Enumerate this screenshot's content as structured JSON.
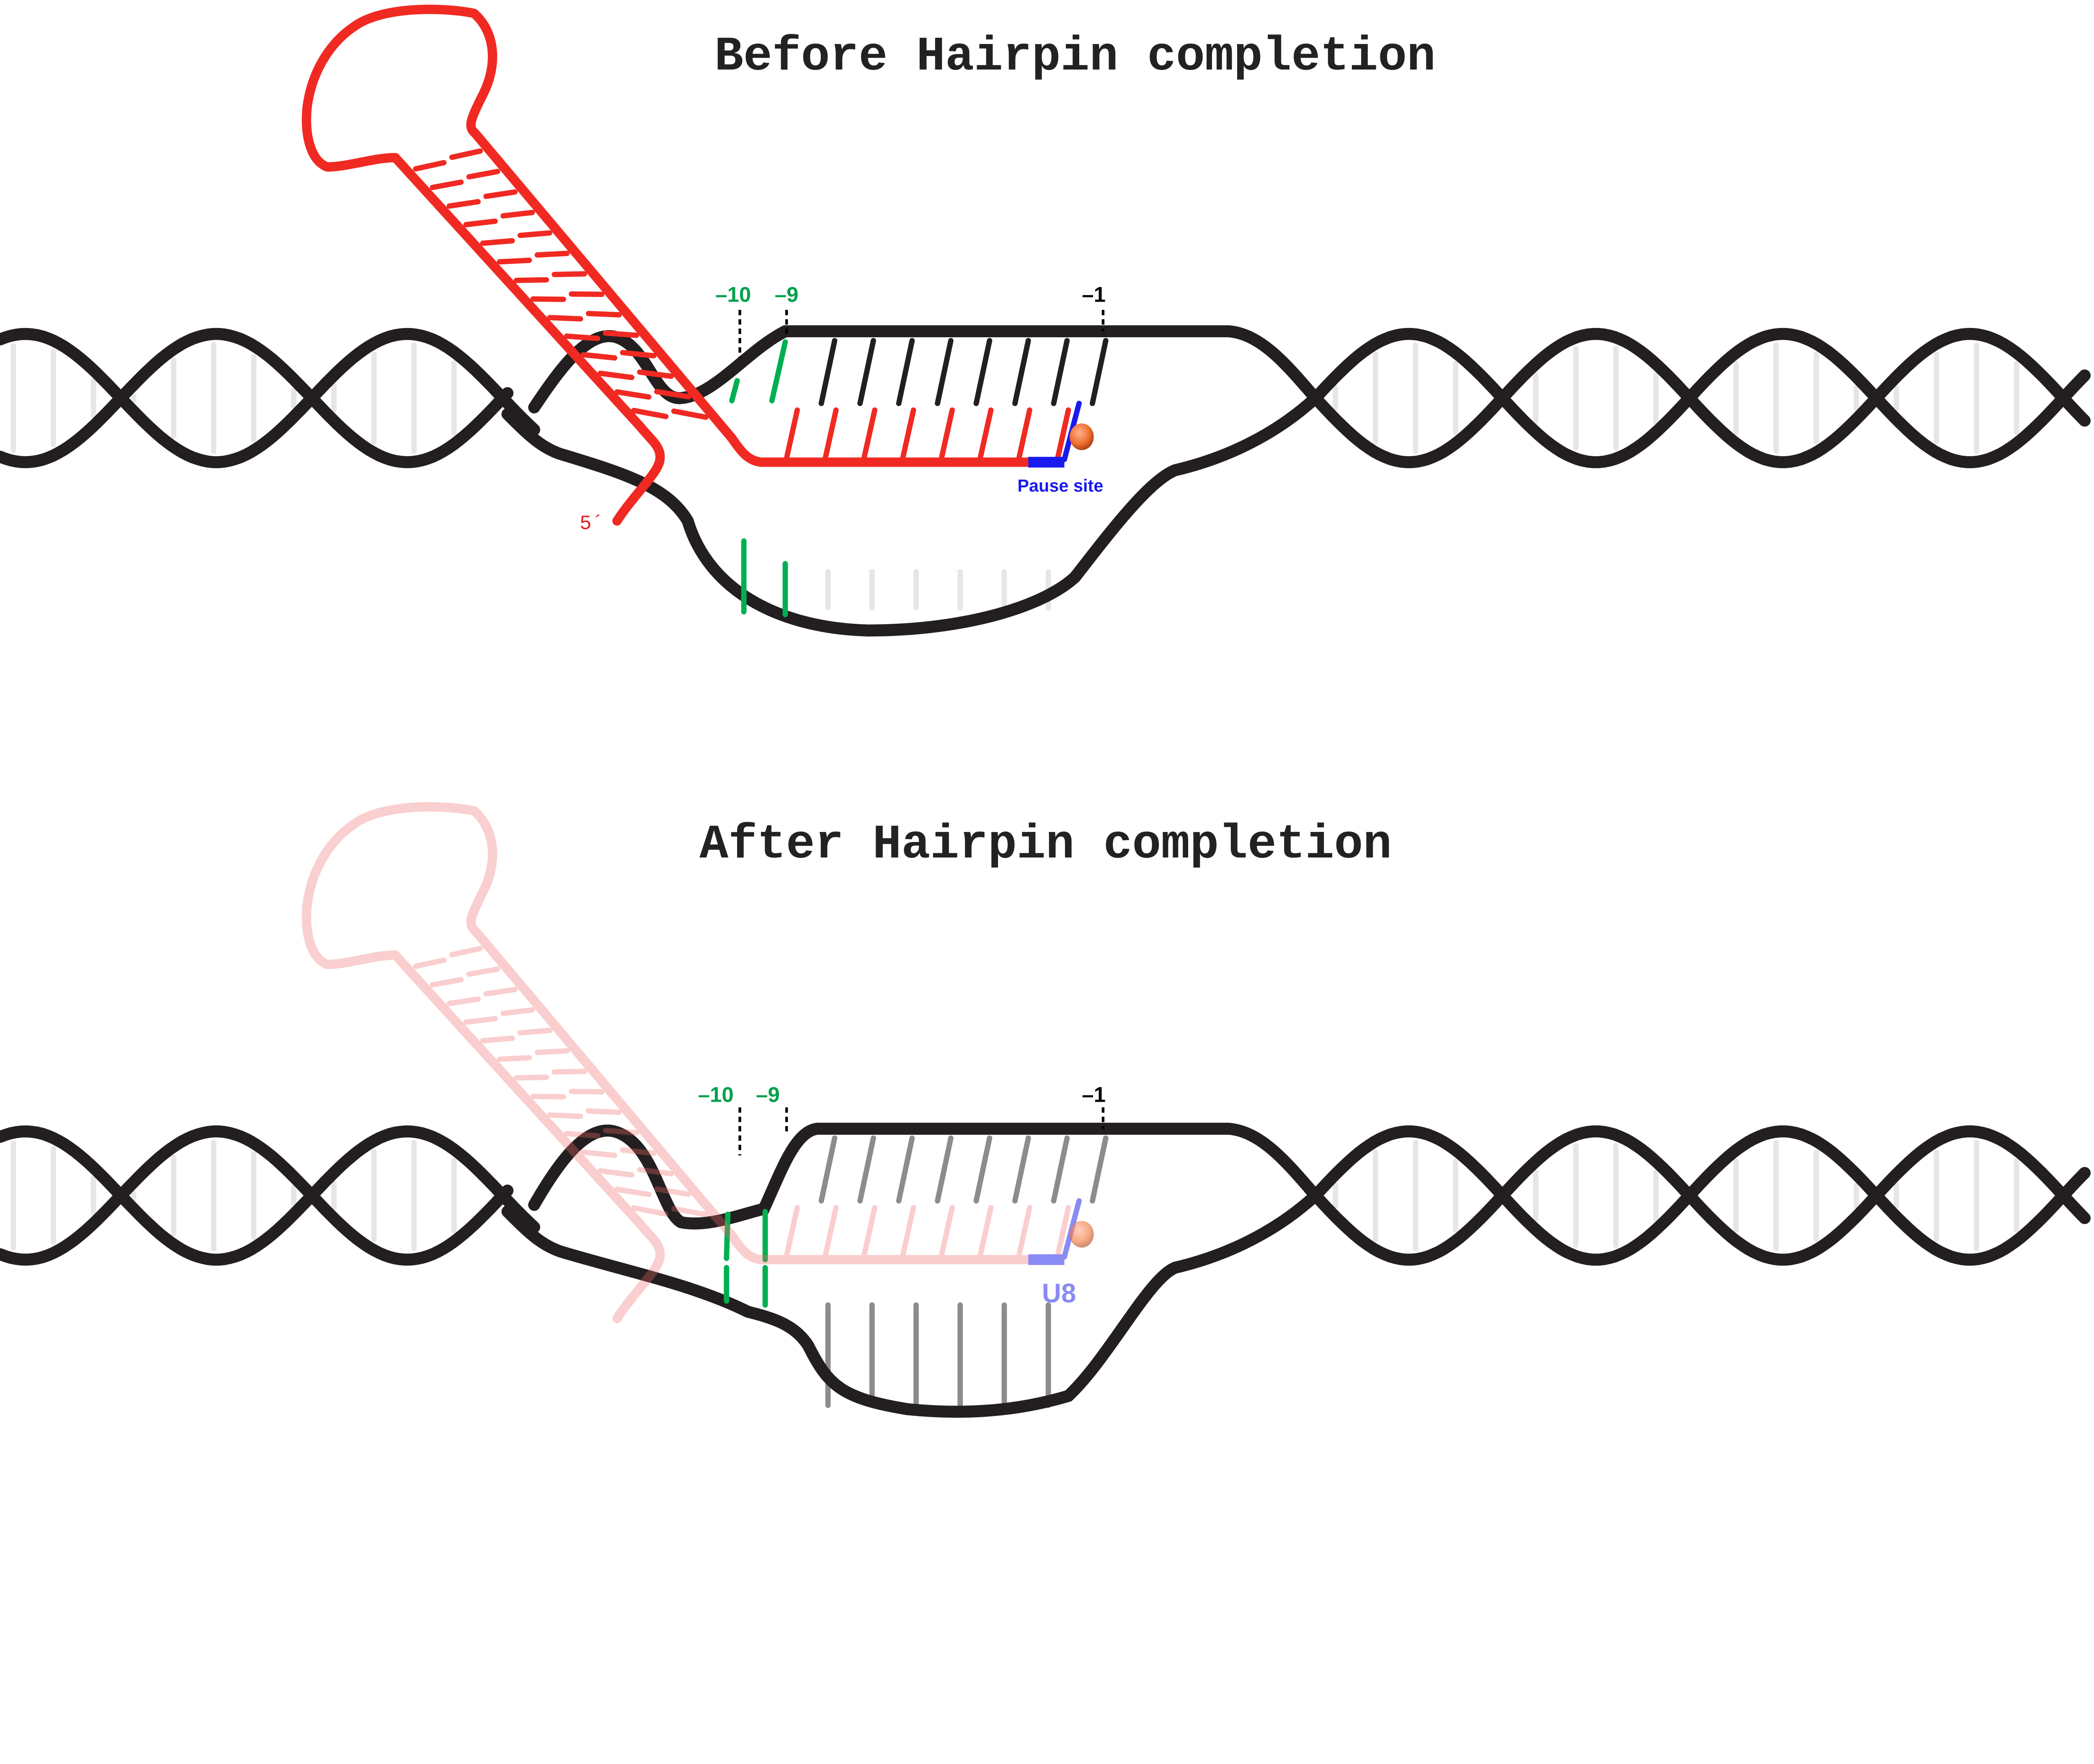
{
  "panels": [
    {
      "title": "Before Hairpin completion",
      "labels": {
        "minus10": "–10",
        "minus9": "–9",
        "minus1": "–1",
        "pause": "Pause site",
        "five_prime": "5´"
      },
      "rna_opacity": 1
    },
    {
      "title": "After Hairpin completion",
      "labels": {
        "minus10": "–10",
        "minus9": "–9",
        "minus1": "–1",
        "pause": "U8"
      },
      "rna_opacity": 0.32
    }
  ],
  "colors": {
    "dna": "#231f20",
    "rung": "#e6e6e6",
    "rna": "#f02a22",
    "green": "#00b050",
    "green_text": "#00a04a",
    "blue": "#1a1aee",
    "blue_faded": "#8a8af5",
    "nucleotide": "#f07030"
  }
}
